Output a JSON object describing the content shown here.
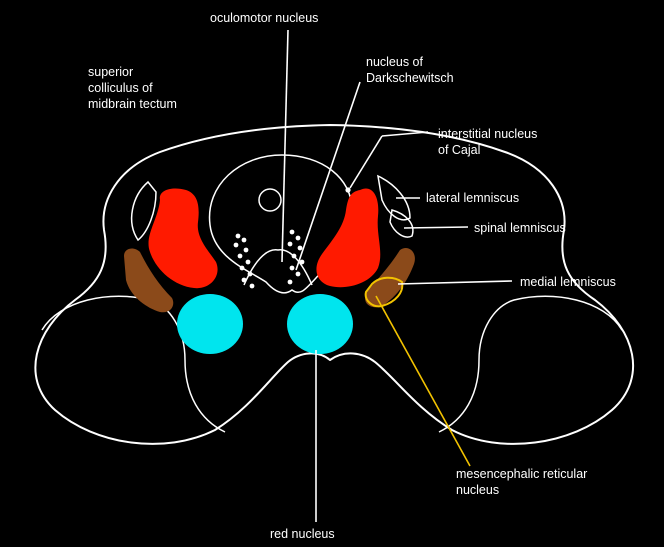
{
  "labels": {
    "oculomotor": "oculomotor nucleus",
    "darkschewitsch": [
      "nucleus of",
      "Darkschewitsch"
    ],
    "superior_colliculus": [
      "superior",
      "colliculus of",
      "midbrain tectum"
    ],
    "cajal": [
      "interstitial nucleus",
      "of Cajal"
    ],
    "lateral_lemniscus": "lateral lemniscus",
    "spinal_lemniscus": "spinal lemniscus",
    "medial_lemniscus": "medial lemniscus",
    "reticular": [
      "mesencephalic reticular",
      "nucleus"
    ],
    "red_nucleus": "red nucleus"
  },
  "colors": {
    "background": "#000000",
    "outline": "#ffffff",
    "darkschewitsch_cajal_region": "#ff1a00",
    "red_nucleus": "#00e5ee",
    "medial_lemniscus": "#8b4a1a",
    "reticular_highlight": "#f2c200"
  }
}
